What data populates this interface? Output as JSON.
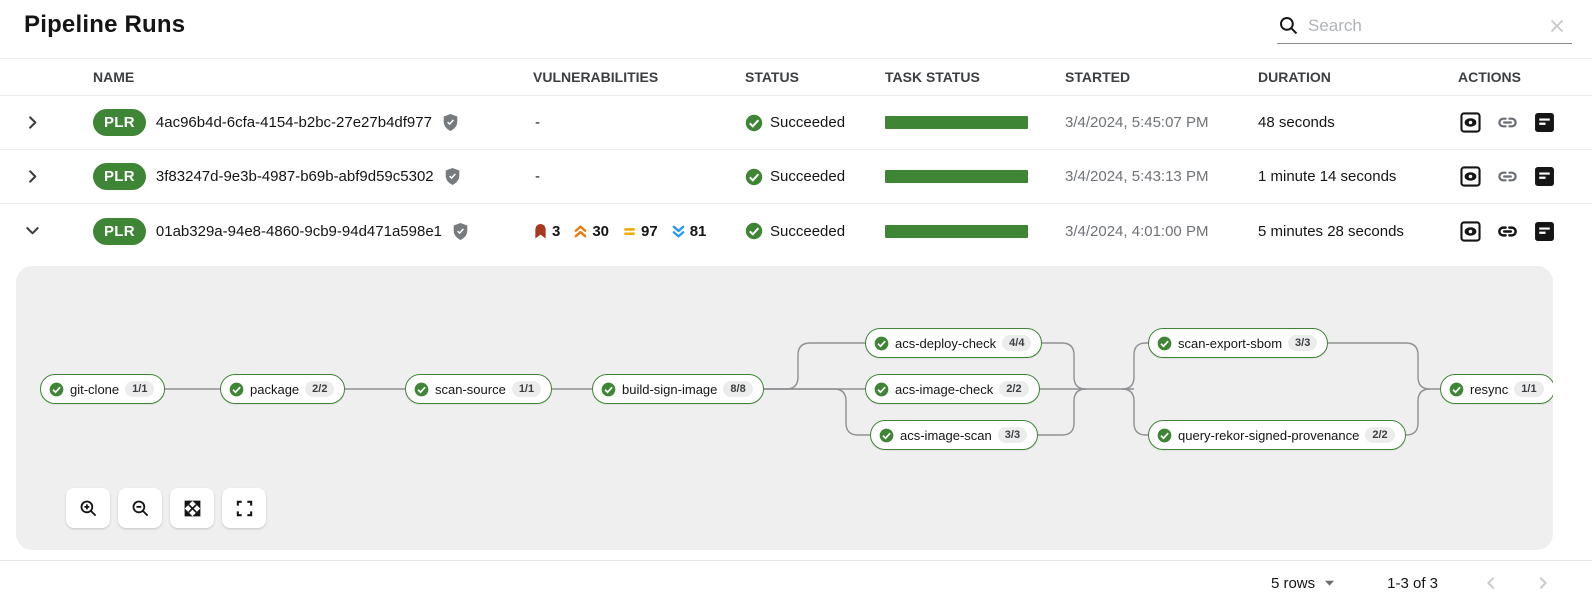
{
  "header": {
    "title": "Pipeline Runs"
  },
  "search": {
    "placeholder": "Search"
  },
  "table": {
    "columns": {
      "name": "NAME",
      "vulnerabilities": "VULNERABILITIES",
      "status": "STATUS",
      "task_status": "TASK STATUS",
      "started": "STARTED",
      "duration": "DURATION",
      "actions": "ACTIONS"
    },
    "rows": [
      {
        "badge": "PLR",
        "name": "4ac96b4d-6cfa-4154-b2bc-27e27b4df977",
        "vulnerabilities": "-",
        "status": "Succeeded",
        "started": "3/4/2024, 5:45:07 PM",
        "duration": "48 seconds"
      },
      {
        "badge": "PLR",
        "name": "3f83247d-9e3b-4987-b69b-abf9d59c5302",
        "vulnerabilities": "-",
        "status": "Succeeded",
        "started": "3/4/2024, 5:43:13 PM",
        "duration": "1 minute 14 seconds"
      },
      {
        "badge": "PLR",
        "name": "01ab329a-94e8-4860-9cb9-94d471a598e1",
        "vulnerabilities": {
          "critical": "3",
          "high": "30",
          "medium": "97",
          "low": "81"
        },
        "status": "Succeeded",
        "started": "3/4/2024, 4:01:00 PM",
        "duration": "5 minutes 28 seconds"
      }
    ]
  },
  "pipeline_graph": {
    "nodes": [
      {
        "label": "git-clone",
        "count": "1/1"
      },
      {
        "label": "package",
        "count": "2/2"
      },
      {
        "label": "scan-source",
        "count": "1/1"
      },
      {
        "label": "build-sign-image",
        "count": "8/8"
      },
      {
        "label": "acs-deploy-check",
        "count": "4/4"
      },
      {
        "label": "acs-image-check",
        "count": "2/2"
      },
      {
        "label": "acs-image-scan",
        "count": "3/3"
      },
      {
        "label": "scan-export-sbom",
        "count": "3/3"
      },
      {
        "label": "query-rekor-signed-provenance",
        "count": "2/2"
      },
      {
        "label": "resync",
        "count": "1/1"
      }
    ]
  },
  "footer": {
    "rows_per_page": "5 rows",
    "page_range": "1-3 of 3"
  },
  "colors": {
    "success_green": "#3E8635",
    "critical": "#A63A21",
    "high": "#EC7A08",
    "medium": "#F0AB00",
    "low": "#2B9AF3"
  }
}
